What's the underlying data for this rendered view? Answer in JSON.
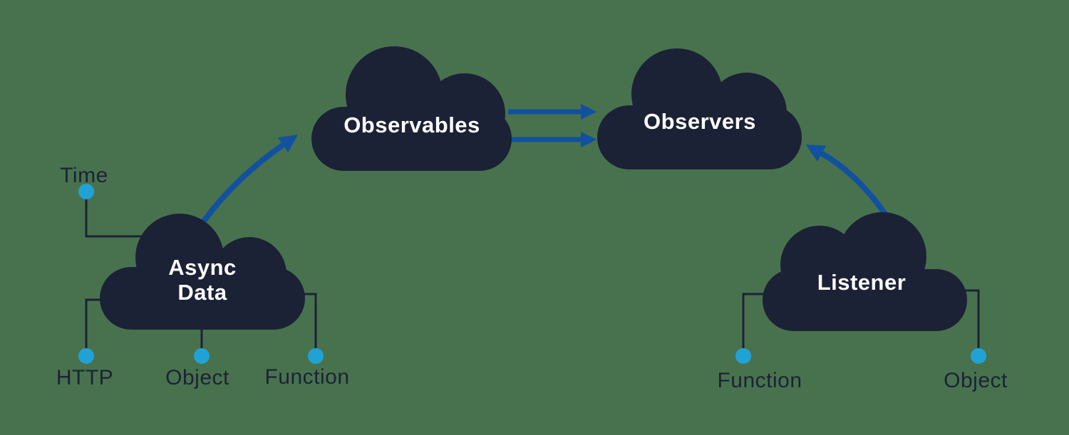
{
  "colors": {
    "background": "#48724e",
    "cloud": "#1b2235",
    "cloud_text": "#ffffff",
    "label_text": "#1b2336",
    "connector_line": "#1b2336",
    "connector_dot": "#21a2d6",
    "arrow": "#11519f"
  },
  "clouds": {
    "observables": {
      "label": "Observables"
    },
    "observers": {
      "label": "Observers"
    },
    "async_data": {
      "line1": "Async",
      "line2": "Data"
    },
    "listener": {
      "label": "Listener"
    }
  },
  "labels": {
    "time": "Time",
    "http": "HTTP",
    "object_left": "Object",
    "function_left": "Function",
    "function_right": "Function",
    "object_right": "Object"
  }
}
